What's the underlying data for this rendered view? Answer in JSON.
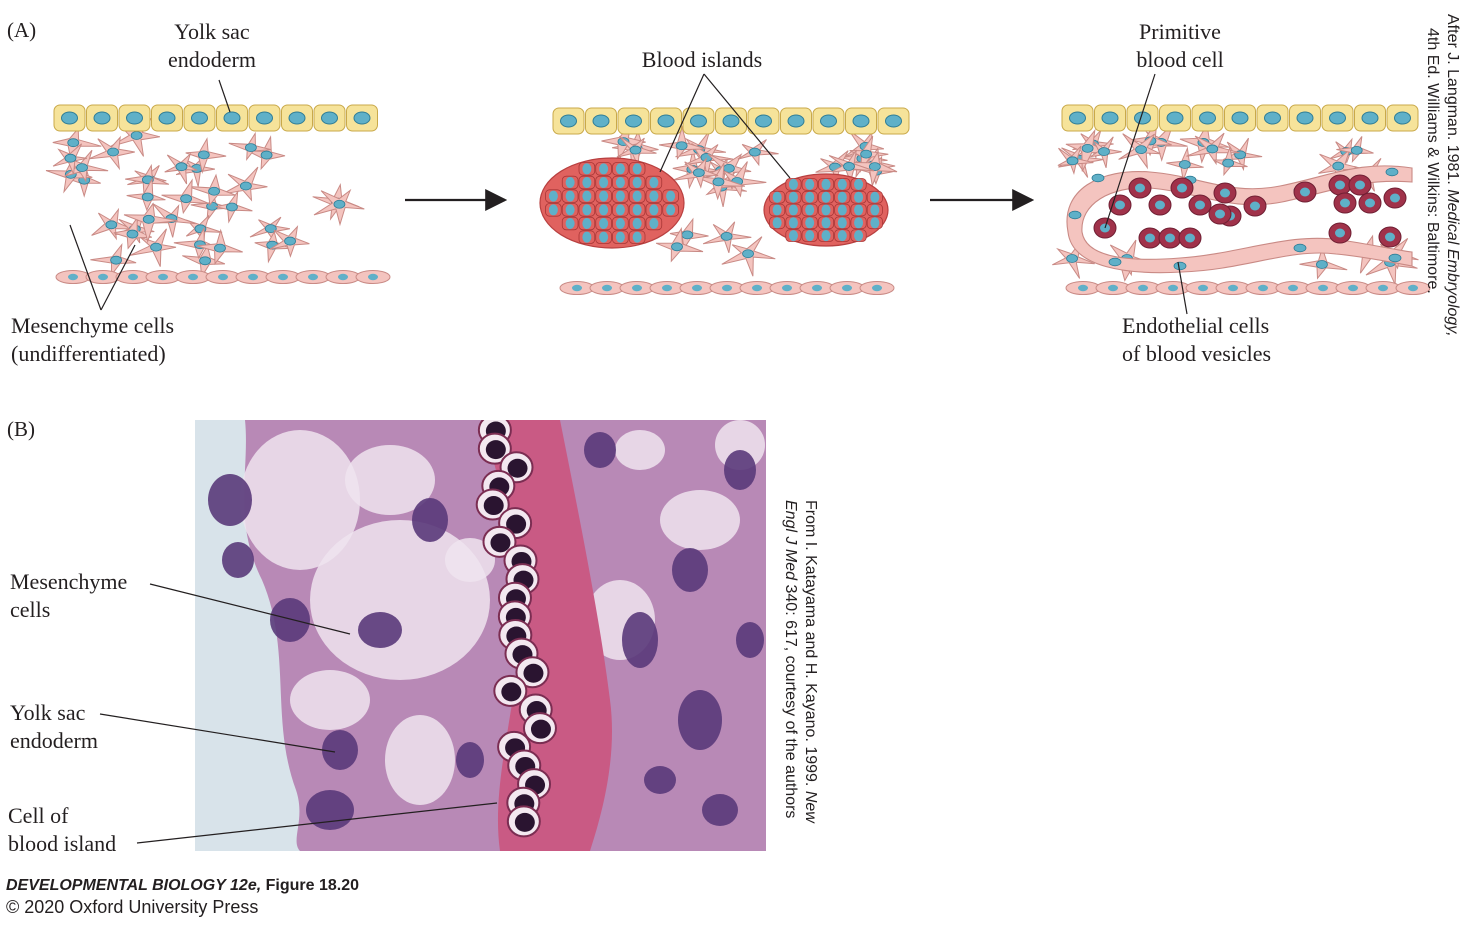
{
  "panel_a": {
    "tag": "(A)",
    "labels": {
      "yolk_sac_endoderm_1": "Yolk sac",
      "yolk_sac_endoderm_2": "endoderm",
      "mesenchyme_1": "Mesenchyme cells",
      "mesenchyme_2": "(undifferentiated)",
      "blood_islands": "Blood islands",
      "primitive_1": "Primitive",
      "primitive_2": "blood cell",
      "endothelial_1": "Endothelial cells",
      "endothelial_2": "of blood vesicles"
    },
    "credit": {
      "line1_a": "After J. Langman. 1981.",
      "line1_italic": "Medical Embryology,",
      "line2": "4th Ed. Williams & Wilkins: Baltimore."
    }
  },
  "panel_b": {
    "tag": "(B)",
    "labels": {
      "mesenchyme_1": "Mesenchyme",
      "mesenchyme_2": "cells",
      "yolk_1": "Yolk sac",
      "yolk_2": "endoderm",
      "blood_1": "Cell of",
      "blood_2": "blood island"
    },
    "credit": {
      "line1_a": "From I. Katayama and H. Kayano. 1999.",
      "line1_italic": "New",
      "line2_italic": "Engl J Med",
      "line2_b": "340: 617, courtesy of the authors"
    }
  },
  "footer": {
    "book": "DEVELOPMENTAL BIOLOGY 12e,",
    "figure": "Figure 18.20",
    "copyright": "© 2020 Oxford University Press"
  },
  "colors": {
    "endoderm": "#f6e39a",
    "nucleus": "#5fb0c8",
    "mesenchyme": "#f4c4bf",
    "blood_island": "#e0625f",
    "primitive_blood": "#a0324a"
  }
}
